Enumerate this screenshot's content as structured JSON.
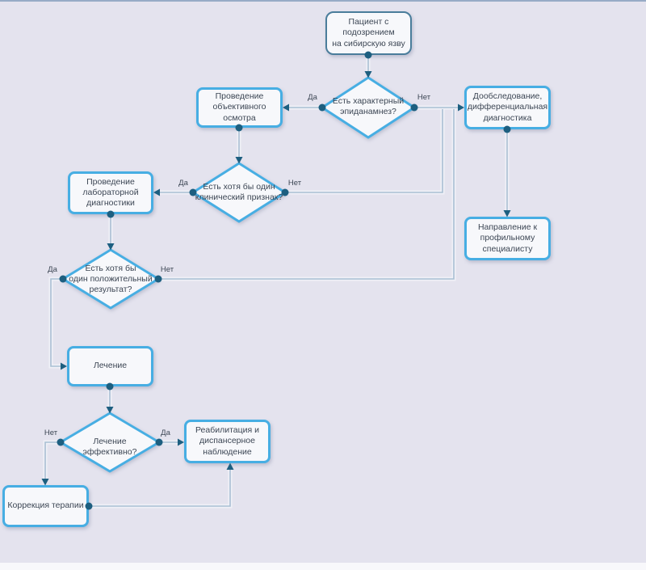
{
  "colors": {
    "canvas_bg": "#e4e3ee",
    "node_fill": "#f7f8fb",
    "node_border": "#47aee3",
    "start_border": "#4a7d9b",
    "connector": "#a9bfd3",
    "arrow": "#1d5f80",
    "text": "#3c4654"
  },
  "diagram": {
    "nodes": {
      "start": {
        "label": "Пациент с подозрением\nна сибирскую язву"
      },
      "d1": {
        "label": "Есть характерный\nэпиданамнез?"
      },
      "exam": {
        "label": "Проведение\nобъективного осмотра"
      },
      "diff": {
        "label": "Дообследование,\nдифференциальная\nдиагностика"
      },
      "spec": {
        "label": "Направление к\nпрофильному\nспециалисту"
      },
      "d2": {
        "label": "Есть хотя бы один\nклинический признак?"
      },
      "lab": {
        "label": "Проведение\nлабораторной\nдиагностики"
      },
      "d3": {
        "label": "Есть хотя бы\nодин положительный\nрезультат?"
      },
      "treat": {
        "label": "Лечение"
      },
      "d4": {
        "label": "Лечение эффективно?"
      },
      "rehab": {
        "label": "Реабилитация и\nдиспансерное\nнаблюдение"
      },
      "corr": {
        "label": "Коррекция терапии"
      }
    },
    "edge_labels": {
      "d1_yes": "Да",
      "d1_no": "Нет",
      "d2_yes": "Да",
      "d2_no": "Нет",
      "d3_yes": "Да",
      "d3_no": "Нет",
      "d4_no": "Нет",
      "d4_yes": "Да"
    }
  }
}
